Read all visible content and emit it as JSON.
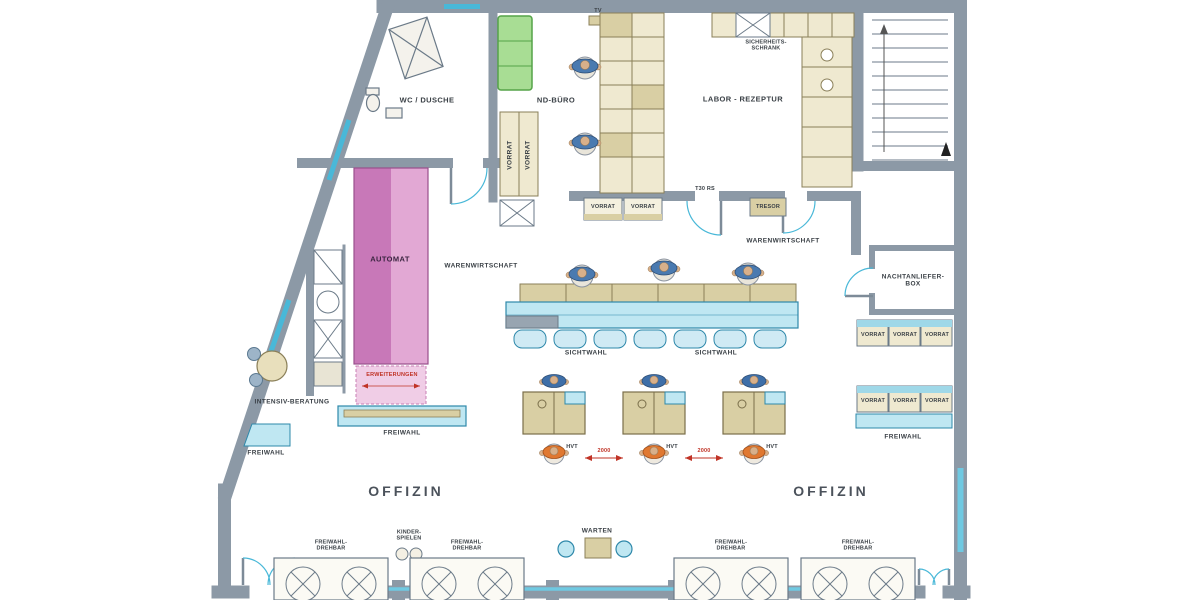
{
  "labels": {
    "wc_dusche": "WC / DUSCHE",
    "nd_buero": "ND-BÜRO",
    "tv": "TV",
    "labor_rezeptur": "LABOR - REZEPTUR",
    "sicherheits_schrank": "SICHERHEITS-SCHRANK",
    "vorrat": "VORRAT",
    "t30_rs": "T30 RS",
    "tresor": "TRESOR",
    "warenwirtschaft": "WARENWIRTSCHAFT",
    "automat": "AUTOMAT",
    "erweiterungen": "ERWEITERUNGEN",
    "nachtanliefer_box": "NACHTANLIEFER-BOX",
    "sichtwahl": "SICHTWAHL",
    "hvt": "HVT",
    "dim_2000": "2000",
    "freiwahl": "FREIWAHL",
    "intensiv_beratung": "INTENSIV-BERATUNG",
    "offizin": "OFFIZIN",
    "warten": "WARTEN",
    "kinder_spielen": "KINDER-SPIELEN",
    "freiwahl_drehbar": "FREIWAHL-DREHBAR"
  },
  "colors": {
    "wall": "#8c99a6",
    "glass": "#49b8d8",
    "counter_cyan": "#bfe7f2",
    "wood": "#d9cfa4",
    "automat_pink": "#c878b8",
    "sofa_green": "#a8dd94",
    "dimension_red": "#c03326",
    "staff_blue": "#4a7ab0",
    "customer_orange": "#e07830"
  }
}
